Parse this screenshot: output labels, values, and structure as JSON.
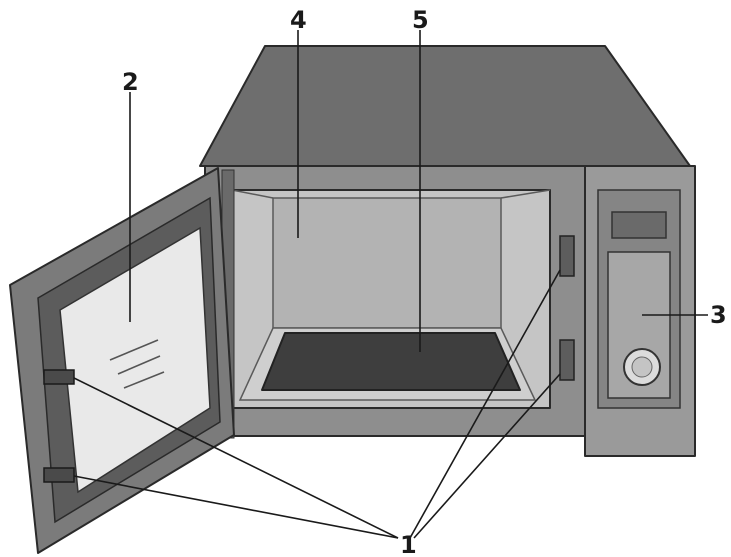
{
  "callouts": {
    "door_latch_hooks": "1",
    "door_window": "2",
    "control_panel": "3",
    "oven_cavity": "4",
    "glass_tray": "5"
  },
  "colors": {
    "cabinet_top": "#6e6e6e",
    "cabinet_front": "#8e8e8e",
    "cavity": "#b9b9b9",
    "tray": "#3e3e3e",
    "door_frame": "#7b7b7b",
    "door_window": "#e9e9e9",
    "panel": "#9a9a9a",
    "outline": "#2a2a2a"
  }
}
